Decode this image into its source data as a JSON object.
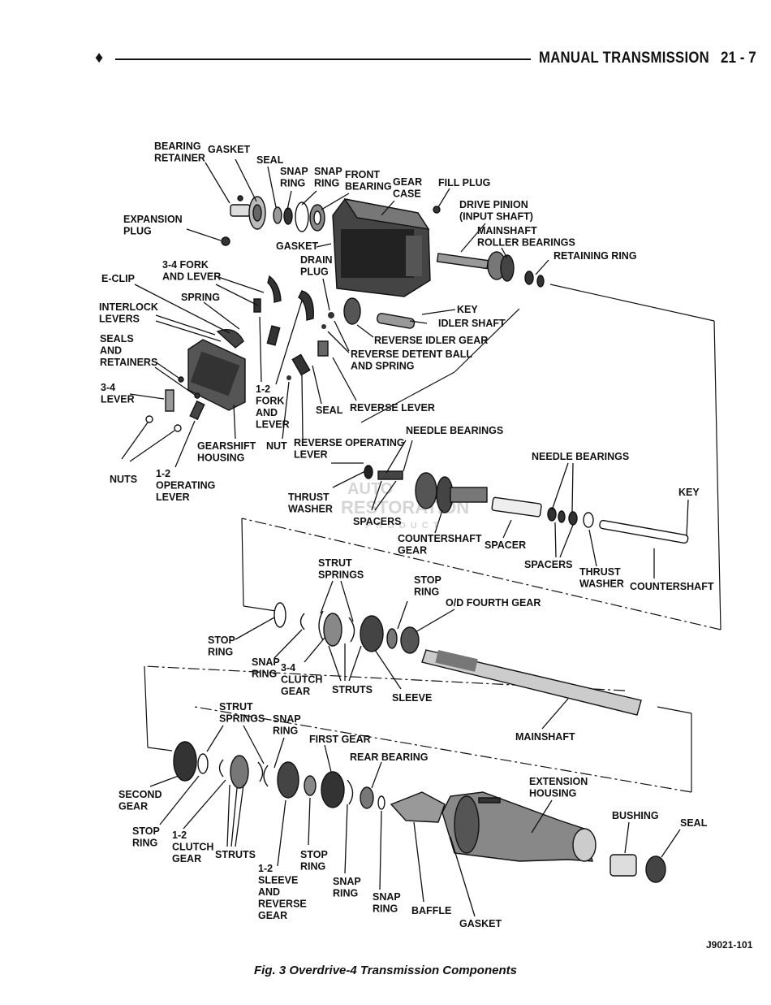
{
  "header": {
    "bullet": "♦",
    "section_title": "MANUAL TRANSMISSION",
    "page_number": "21 - 7"
  },
  "labels": {
    "bearing_retainer": [
      "BEARING",
      "RETAINER"
    ],
    "gasket_top": "GASKET",
    "seal_top": "SEAL",
    "snap_ring_1": [
      "SNAP",
      "RING"
    ],
    "snap_ring_2": [
      "SNAP",
      "RING"
    ],
    "front_bearing": [
      "FRONT",
      "BEARING"
    ],
    "gear_case": [
      "GEAR",
      "CASE"
    ],
    "fill_plug": "FILL PLUG",
    "drive_pinion": [
      "DRIVE PINION",
      "(INPUT SHAFT)"
    ],
    "mainshaft_roller_bearings": [
      "MAINSHAFT",
      "ROLLER BEARINGS"
    ],
    "retaining_ring": "RETAINING RING",
    "expansion_plug": [
      "EXPANSION",
      "PLUG"
    ],
    "gasket_mid": "GASKET",
    "drain_plug": [
      "DRAIN",
      "PLUG"
    ],
    "fork_34": [
      "3-4 FORK",
      "AND LEVER"
    ],
    "e_clip": "E-CLIP",
    "spring": "SPRING",
    "interlock_levers": [
      "INTERLOCK",
      "LEVERS"
    ],
    "seals_retainers": [
      "SEALS",
      "AND",
      "RETAINERS"
    ],
    "lever_34": [
      "3-4",
      "LEVER"
    ],
    "key_top": "KEY",
    "idler_shaft": "IDLER SHAFT",
    "reverse_idler_gear": "REVERSE IDLER GEAR",
    "reverse_detent": [
      "REVERSE DETENT BALL",
      "AND SPRING"
    ],
    "fork_12": [
      "1-2",
      "FORK",
      "AND",
      "LEVER"
    ],
    "seal_mid": "SEAL",
    "reverse_lever": "REVERSE LEVER",
    "gearshift_housing": [
      "GEARSHIFT",
      "HOUSING"
    ],
    "nut": "NUT",
    "reverse_operating_lever": [
      "REVERSE OPERATING",
      "LEVER"
    ],
    "nuts": "NUTS",
    "operating_lever_12": [
      "1-2",
      "OPERATING",
      "LEVER"
    ],
    "needle_bearings_1": "NEEDLE BEARINGS",
    "needle_bearings_2": "NEEDLE BEARINGS",
    "thrust_washer_1": [
      "THRUST",
      "WASHER"
    ],
    "spacers_1": "SPACERS",
    "key_right": "KEY",
    "countershaft_gear": [
      "COUNTERSHAFT",
      "GEAR"
    ],
    "spacer": "SPACER",
    "spacers_2": "SPACERS",
    "thrust_washer_2": [
      "THRUST",
      "WASHER"
    ],
    "countershaft": "COUNTERSHAFT",
    "strut_springs_1": [
      "STRUT",
      "SPRINGS"
    ],
    "stop_ring_1": [
      "STOP",
      "RING"
    ],
    "od_fourth_gear": "O/D FOURTH GEAR",
    "stop_ring_2": [
      "STOP",
      "RING"
    ],
    "snap_ring_3": [
      "SNAP",
      "RING"
    ],
    "clutch_gear_34": [
      "3-4",
      "CLUTCH",
      "GEAR"
    ],
    "struts_1": "STRUTS",
    "sleeve": "SLEEVE",
    "mainshaft": "MAINSHAFT",
    "strut_springs_2": [
      "STRUT",
      "SPRINGS"
    ],
    "snap_ring_4": [
      "SNAP",
      "RING"
    ],
    "first_gear": "FIRST GEAR",
    "rear_bearing": "REAR BEARING",
    "extension_housing": [
      "EXTENSION",
      "HOUSING"
    ],
    "bushing": "BUSHING",
    "seal_right": "SEAL",
    "second_gear": [
      "SECOND",
      "GEAR"
    ],
    "stop_ring_3": [
      "STOP",
      "RING"
    ],
    "clutch_gear_12": [
      "1-2",
      "CLUTCH",
      "GEAR"
    ],
    "struts_2": "STRUTS",
    "sleeve_reverse": [
      "1-2",
      "SLEEVE",
      "AND",
      "REVERSE",
      "GEAR"
    ],
    "stop_ring_4": [
      "STOP",
      "RING"
    ],
    "snap_ring_5": [
      "SNAP",
      "RING"
    ],
    "snap_ring_6": [
      "SNAP",
      "RING"
    ],
    "baffle": "BAFFLE",
    "gasket_bottom": "GASKET"
  },
  "watermark": [
    "AUTO",
    "RESTORATION",
    "PRODUCT"
  ],
  "figure_id": "J9021-101",
  "caption": "Fig. 3 Overdrive-4 Transmission Components"
}
